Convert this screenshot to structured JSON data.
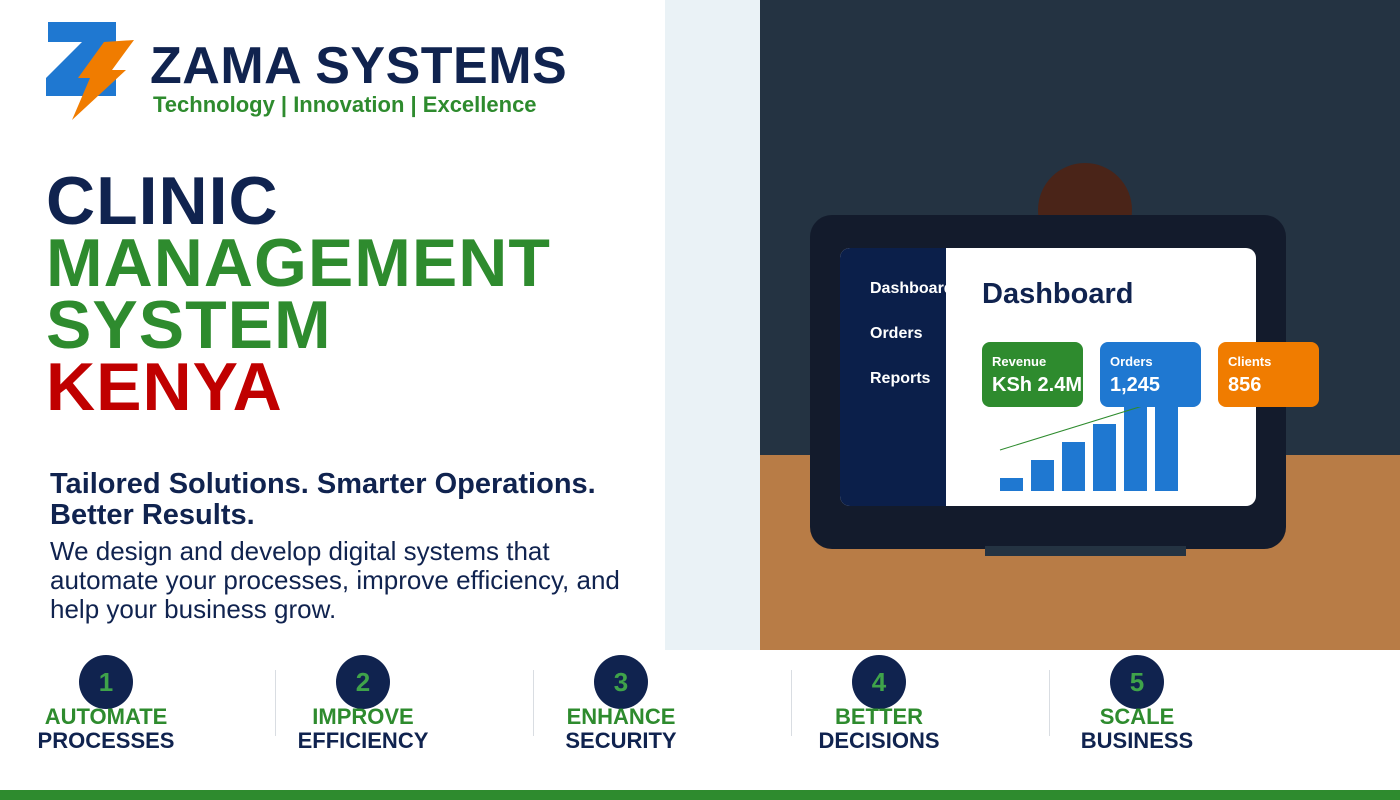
{
  "brand": {
    "name": "ZAMA SYSTEMS",
    "tagline": "Technology | Innovation | Excellence"
  },
  "headline": {
    "line1": "CLINIC",
    "line2": "MANAGEMENT",
    "line3": "SYSTEM",
    "line4": "KENYA"
  },
  "subheading": "Tailored Solutions. Smarter Operations. Better Results.",
  "description": "We design and develop digital systems that automate your processes, improve efficiency, and help your business grow.",
  "dashboard": {
    "title": "Dashboard",
    "sidebar": [
      "Dashboard",
      "Orders",
      "Reports"
    ],
    "cards": [
      {
        "label": "Revenue",
        "value": "KSh 2.4M",
        "color": "#2e8b2e"
      },
      {
        "label": "Orders",
        "value": "1,245",
        "color": "#1f78d1"
      },
      {
        "label": "Clients",
        "value": "856",
        "color": "#f07c00"
      }
    ],
    "bars": [
      1,
      3,
      5,
      7,
      9,
      11
    ]
  },
  "steps": [
    {
      "num": "1",
      "line1": "AUTOMATE",
      "line2": "PROCESSES"
    },
    {
      "num": "2",
      "line1": "IMPROVE",
      "line2": "EFFICIENCY"
    },
    {
      "num": "3",
      "line1": "ENHANCE",
      "line2": "SECURITY"
    },
    {
      "num": "4",
      "line1": "BETTER",
      "line2": "DECISIONS"
    },
    {
      "num": "5",
      "line1": "SCALE",
      "line2": "BUSINESS"
    }
  ],
  "colors": {
    "navy": "#10234f",
    "green": "#2e8b2e",
    "red": "#c00000",
    "blue": "#1f78d1",
    "orange": "#f07c00"
  }
}
